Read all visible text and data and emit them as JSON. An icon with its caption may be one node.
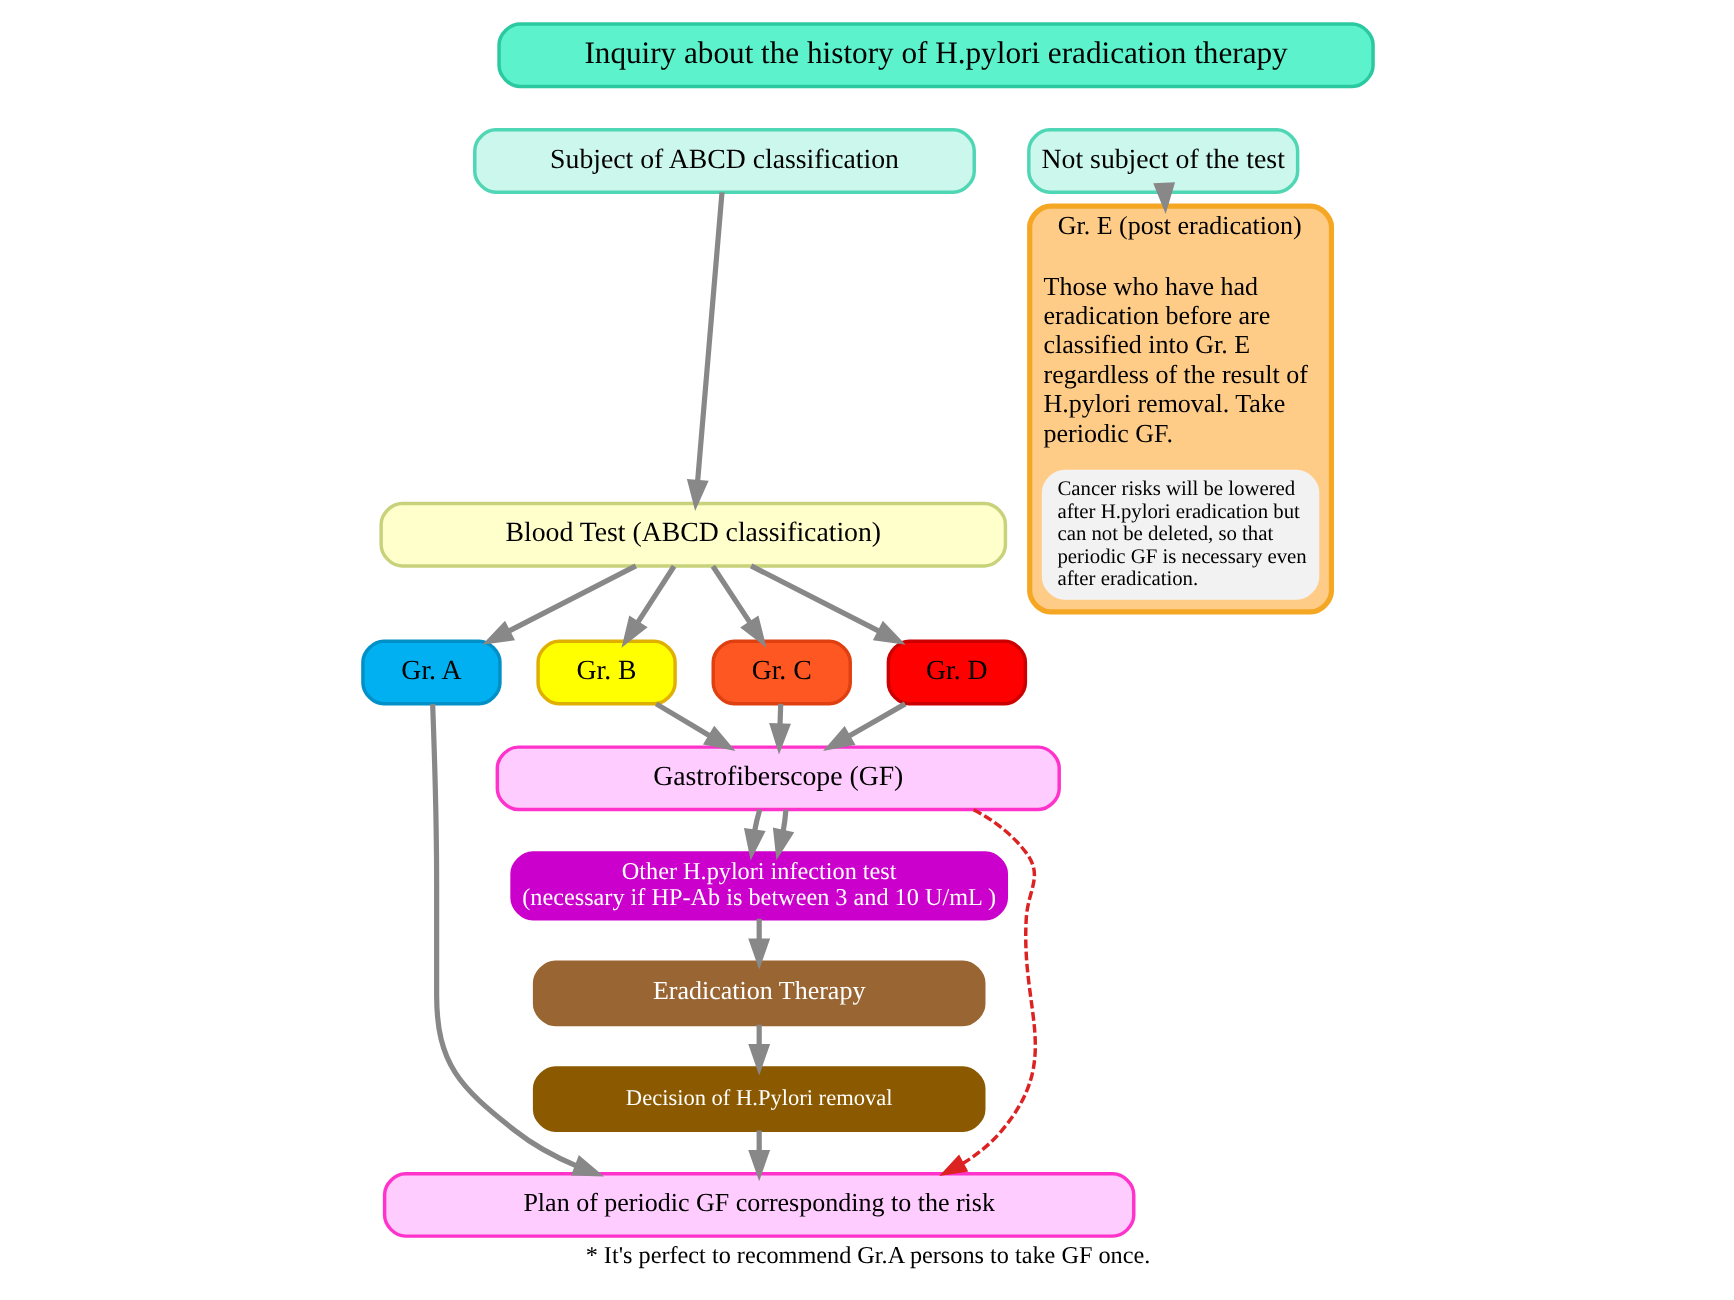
{
  "diagram": {
    "caption": "* It's perfect to recommend Gr.A persons to take GF once.",
    "nodes": [
      {
        "text": [
          "Inquiry about the history of H.pylori eradication therapy"
        ]
      },
      {
        "text": [
          "Subject of ABCD classification"
        ]
      },
      {
        "text": [
          "Not subject of the test"
        ]
      },
      {
        "text": [
          "Blood Test (ABCD classification)"
        ]
      },
      {
        "text": [
          "Gr. A"
        ]
      },
      {
        "text": [
          "Gr. B"
        ]
      },
      {
        "text": [
          "Gr. C"
        ]
      },
      {
        "text": [
          "Gr. D"
        ]
      },
      {
        "text": [
          "Gastrofiberscope (GF)"
        ]
      },
      {
        "text": [
          "Other H.pylori infection test",
          "(necessary if HP-Ab is between 3 and 10 U/mL )"
        ]
      },
      {
        "text": [
          "Eradication Therapy"
        ]
      },
      {
        "text": [
          "Decision of H.Pylori removal"
        ]
      },
      {
        "text": [
          "Plan of periodic GF corresponding to the risk"
        ]
      },
      {
        "text": [
          "Gr. E (post eradication)",
          "Those who have had eradication before are classified into Gr. E regardless of the result of H.pylori removal. Take periodic GF."
        ]
      },
      {
        "text": [
          "Cancer risks will be lowered after H.pylori eradication but can not be deleted, so that periodic GF is necessary even after eradication."
        ],
        "in": 13
      }
    ],
    "edges": [
      {
        "from": 1,
        "to": 3,
        "arrow": "to"
      },
      {
        "from": 2,
        "to": 13,
        "arrow": "to"
      },
      {
        "from": 3,
        "to": 4,
        "arrow": "to"
      },
      {
        "from": 3,
        "to": 5,
        "arrow": "to"
      },
      {
        "from": 3,
        "to": 6,
        "arrow": "to"
      },
      {
        "from": 3,
        "to": 7,
        "arrow": "to"
      },
      {
        "from": 4,
        "to": 12,
        "arrow": "to"
      },
      {
        "from": 5,
        "to": 8,
        "arrow": "to"
      },
      {
        "from": 6,
        "to": 8,
        "arrow": "to"
      },
      {
        "from": 7,
        "to": 8,
        "arrow": "to"
      },
      {
        "from": 8,
        "to": 9,
        "arrow": "to"
      },
      {
        "from": 8,
        "to": 9,
        "arrow": "to"
      },
      {
        "from": 9,
        "to": 10,
        "arrow": "to"
      },
      {
        "from": 10,
        "to": 11,
        "arrow": "to"
      },
      {
        "from": 11,
        "to": 12,
        "arrow": "to"
      },
      {
        "from": 8,
        "to": 12,
        "arrow": "to",
        "style": "dashed",
        "color": "#dd2222"
      }
    ]
  }
}
